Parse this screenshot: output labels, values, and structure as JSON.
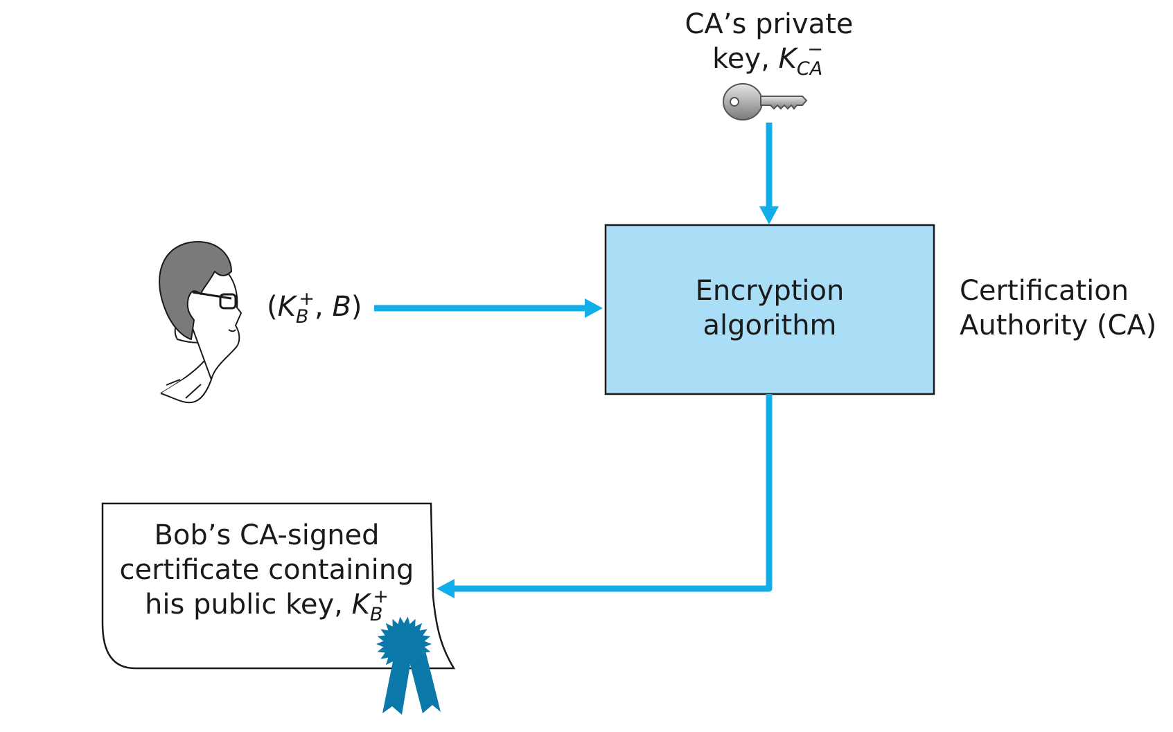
{
  "ca_key": {
    "line1": "CA’s private",
    "line2": "key,",
    "symbol": "K",
    "subscript": "CA",
    "superscript": "−"
  },
  "bob_input": {
    "open": "(",
    "symbol": "K",
    "subscript": "B",
    "superscript": "+",
    "sep": ", ",
    "name": "B",
    "close": ")"
  },
  "encryption_box": {
    "line1": "Encryption",
    "line2": "algorithm"
  },
  "ca_label": {
    "line1": "Certification",
    "line2": "Authority (CA)"
  },
  "certificate": {
    "line1": "Bob’s CA-signed",
    "line2": "certificate containing",
    "line3": "his public key,",
    "symbol": "K",
    "subscript": "B",
    "superscript": "+"
  },
  "colors": {
    "arrow": "#11aeea",
    "box_fill": "#a9def6",
    "ribbon": "#0a78a8",
    "key": "#9a9a9a"
  }
}
